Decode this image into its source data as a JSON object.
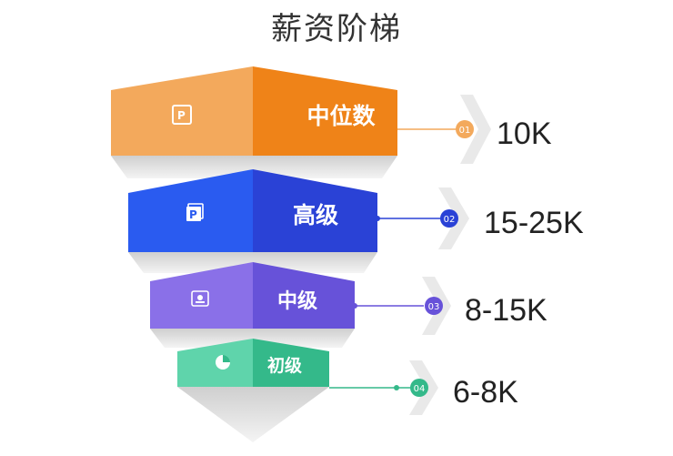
{
  "title": "薪资阶梯",
  "colors": {
    "tier1": "#f08a24",
    "tier2": "#2f4fe0",
    "tier3": "#6f5ce0",
    "tier4": "#3cc79a",
    "arrow": "#e6e6e6",
    "shadow": "#d9d9d9"
  },
  "tiers": [
    {
      "label": "中位数",
      "number": "01",
      "value": "10K",
      "icon": "presentation-icon"
    },
    {
      "label": "高级",
      "number": "02",
      "value": "15-25K",
      "icon": "presentation-icon"
    },
    {
      "label": "中级",
      "number": "03",
      "value": "8-15K",
      "icon": "id-card-icon"
    },
    {
      "label": "初级",
      "number": "04",
      "value": "6-8K",
      "icon": "pie-chart-icon"
    }
  ]
}
